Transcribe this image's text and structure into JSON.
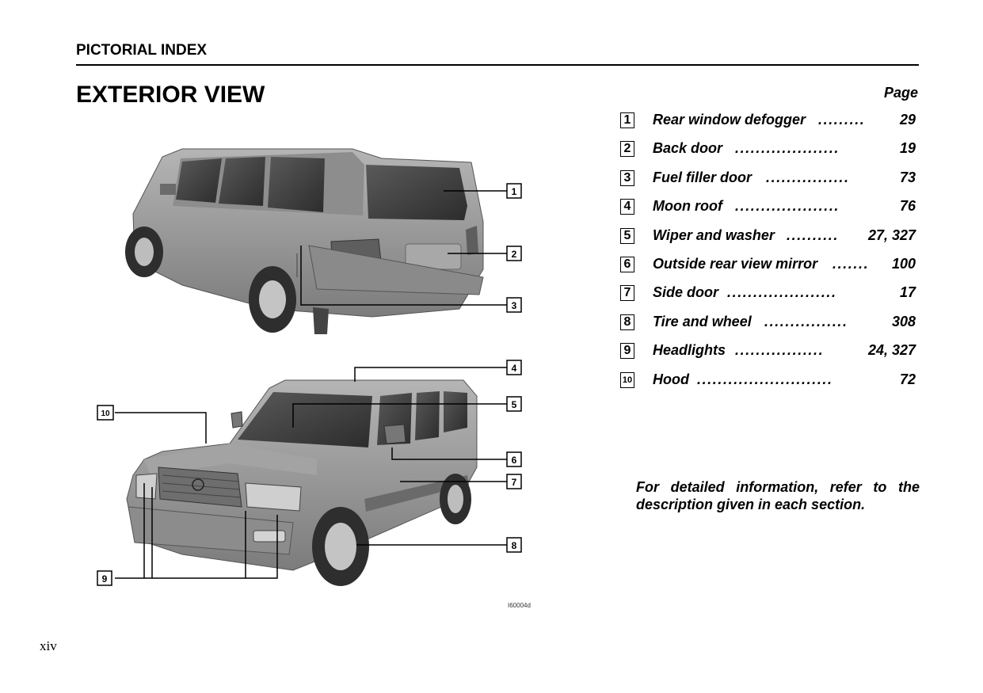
{
  "header": {
    "section": "PICTORIAL INDEX"
  },
  "page_title": "EXTERIOR VIEW",
  "index": {
    "page_heading": "Page",
    "items": [
      {
        "num": "1",
        "label": "Rear window defogger",
        "dots": ".........",
        "page": "29"
      },
      {
        "num": "2",
        "label": "Back door",
        "dots": "....................",
        "page": "19"
      },
      {
        "num": "3",
        "label": "Fuel filler door",
        "dots": "................",
        "page": "73"
      },
      {
        "num": "4",
        "label": "Moon roof",
        "dots": "....................",
        "page": "76"
      },
      {
        "num": "5",
        "label": "Wiper and  washer",
        "dots": "..........",
        "page": "27, 327"
      },
      {
        "num": "6",
        "label": "Outside rear view mirror",
        "dots": ".......",
        "page": "100"
      },
      {
        "num": "7",
        "label": "Side door",
        "dots": ".....................",
        "page": "17"
      },
      {
        "num": "8",
        "label": "Tire and wheel",
        "dots": "................",
        "page": "308"
      },
      {
        "num": "9",
        "label": "Headlights",
        "dots": ".................",
        "page": "24, 327"
      },
      {
        "num": "10",
        "label": "Hood",
        "dots": "..........................",
        "page": "72"
      }
    ]
  },
  "note": "For detailed information, refer to the description given in each section.",
  "figure": {
    "callouts": [
      "1",
      "2",
      "3",
      "4",
      "5",
      "6",
      "7",
      "8",
      "9",
      "10"
    ],
    "code": "I60004d"
  },
  "folio": "xiv",
  "colors": {
    "vehicle_body": "#9a9a9a",
    "glass": "#3a3a3a",
    "ink": "#000000"
  }
}
